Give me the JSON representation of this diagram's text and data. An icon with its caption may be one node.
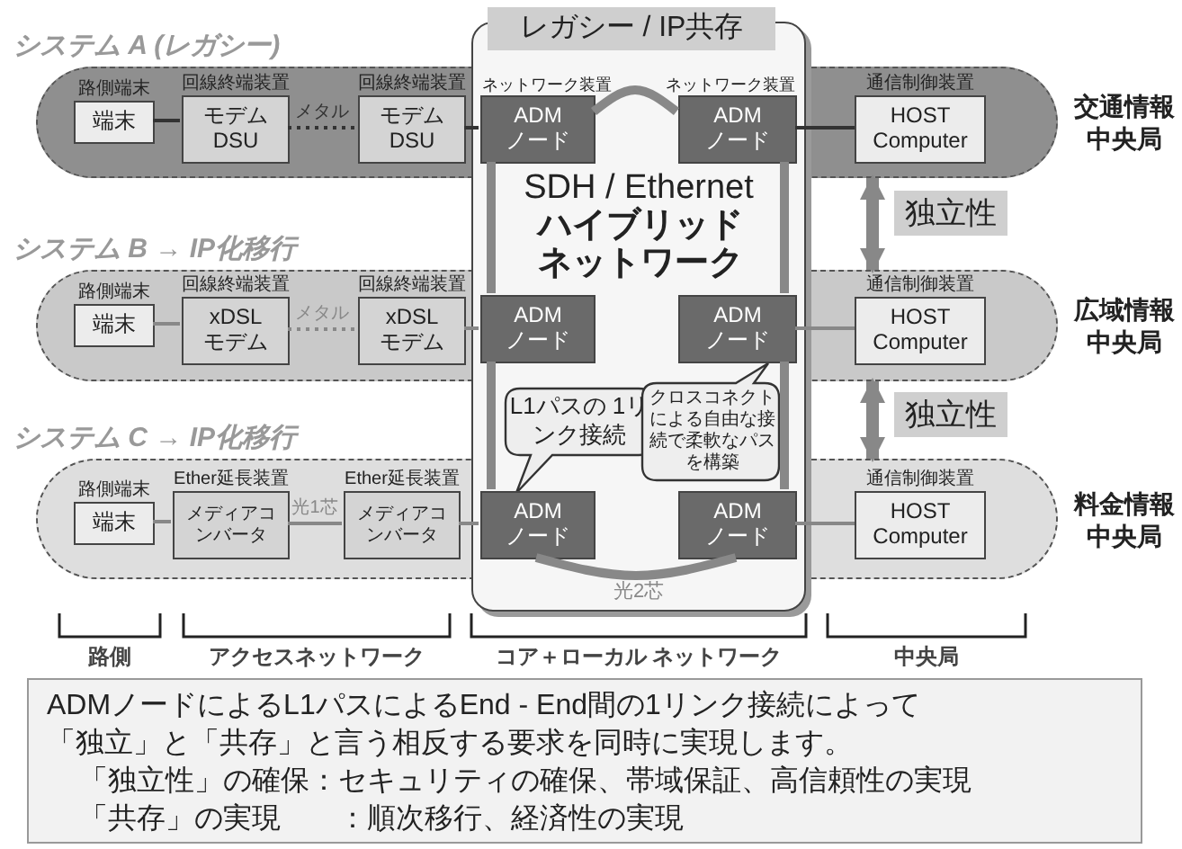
{
  "diagram": {
    "nodes": [
      {
        "text": [
          "レガシー / IP共存",
          "SDH / Ethernet",
          "ハイブリッドネットワーク",
          "光2芯"
        ]
      },
      {
        "text": [
          "システム A (レガシー)"
        ]
      },
      {
        "text": [
          "路側端末",
          "端末"
        ],
        "in": 1
      },
      {
        "text": [
          "回線終端装置",
          "モデム DSU"
        ],
        "in": 1
      },
      {
        "text": [
          "回線終端装置",
          "モデム DSU"
        ],
        "in": 1
      },
      {
        "text": [
          "ネットワーク装置",
          "ADM ノード"
        ],
        "in": 0
      },
      {
        "text": [
          "ネットワーク装置",
          "ADM ノード"
        ],
        "in": 0
      },
      {
        "text": [
          "通信制御装置",
          "HOST Computer"
        ],
        "in": 27
      },
      {
        "text": [
          "独立性"
        ]
      },
      {
        "text": [
          "システム B → IP化移行"
        ]
      },
      {
        "text": [
          "路側端末",
          "端末"
        ],
        "in": 9
      },
      {
        "text": [
          "回線終端装置",
          "xDSL モデム"
        ],
        "in": 9
      },
      {
        "text": [
          "回線終端装置",
          "xDSL モデム"
        ],
        "in": 9
      },
      {
        "text": [
          "ADM ノード"
        ],
        "in": 0
      },
      {
        "text": [
          "ADM ノード"
        ],
        "in": 0
      },
      {
        "text": [
          "通信制御装置",
          "HOST Computer"
        ],
        "in": 28
      },
      {
        "text": [
          "L1パスの 1リンク接続"
        ],
        "in": 0
      },
      {
        "text": [
          "クロスコネクトによる自由な接続で柔軟なパスを構築"
        ],
        "in": 0
      },
      {
        "text": [
          "独立性"
        ]
      },
      {
        "text": [
          "システム C → IP化移行"
        ]
      },
      {
        "text": [
          "路側端末",
          "端末"
        ],
        "in": 19
      },
      {
        "text": [
          "Ether延長装置",
          "メディアコンバータ"
        ],
        "in": 19
      },
      {
        "text": [
          "Ether延長装置",
          "メディアコンバータ"
        ],
        "in": 19
      },
      {
        "text": [
          "ADM ノード"
        ],
        "in": 0
      },
      {
        "text": [
          "ADM ノード"
        ],
        "in": 0
      },
      {
        "text": [
          "通信制御装置",
          "HOST Computer"
        ],
        "in": 29
      },
      {
        "text": [
          "ADMノードによるL1パスによるEnd - End間の1リンク接続によって",
          "「独立」と「共存」と言う相反する要求を同時に実現します。",
          "「独立性」の確保：セキュリティの確保、帯域保証、高信頼性の実現",
          "「共存」の実現　　：順次移行、経済性の実現"
        ]
      },
      {
        "text": [],
        "shape": "band",
        "beside": [
          "交通情報中央局"
        ]
      },
      {
        "text": [],
        "shape": "band",
        "beside": [
          "広域情報中央局"
        ]
      },
      {
        "text": [],
        "shape": "band",
        "beside": [
          "料金情報中央局"
        ]
      }
    ],
    "edges": [
      {
        "from": 2,
        "to": 3,
        "arrow": "none",
        "color": "#333333"
      },
      {
        "from": 3,
        "to": 4,
        "arrow": "none",
        "label": "メタル",
        "style": "dashed",
        "color": "#333333"
      },
      {
        "from": 4,
        "to": 5,
        "arrow": "none",
        "color": "#333333"
      },
      {
        "from": 6,
        "to": 7,
        "arrow": "none",
        "color": "#333333"
      },
      {
        "from": 5,
        "to": 6,
        "arrow": "none",
        "style": "thick"
      },
      {
        "from": 5,
        "to": 13,
        "arrow": "none",
        "style": "thick"
      },
      {
        "from": 6,
        "to": 14,
        "arrow": "none",
        "style": "thick"
      },
      {
        "from": 10,
        "to": 11,
        "arrow": "none"
      },
      {
        "from": 11,
        "to": 12,
        "arrow": "none",
        "label": "メタル",
        "style": "dashed"
      },
      {
        "from": 12,
        "to": 13,
        "arrow": "none"
      },
      {
        "from": 14,
        "to": 15,
        "arrow": "none"
      },
      {
        "from": 13,
        "to": 23,
        "arrow": "none",
        "style": "thick"
      },
      {
        "from": 14,
        "to": 24,
        "arrow": "none",
        "style": "thick"
      },
      {
        "from": 20,
        "to": 21,
        "arrow": "none"
      },
      {
        "from": 21,
        "to": 22,
        "arrow": "none",
        "label": "光1芯"
      },
      {
        "from": 22,
        "to": 23,
        "arrow": "none"
      },
      {
        "from": 24,
        "to": 25,
        "arrow": "none"
      },
      {
        "from": 23,
        "to": 24,
        "arrow": "none",
        "style": "thick"
      },
      {
        "from": 27,
        "to": 28,
        "arrow": "both",
        "style": "thick"
      },
      {
        "from": 28,
        "to": 29,
        "arrow": "both",
        "style": "thick"
      }
    ],
    "labels": [
      "路側",
      "アクセスネットワーク",
      "コア＋ローカル ネットワーク",
      "中央局"
    ]
  }
}
